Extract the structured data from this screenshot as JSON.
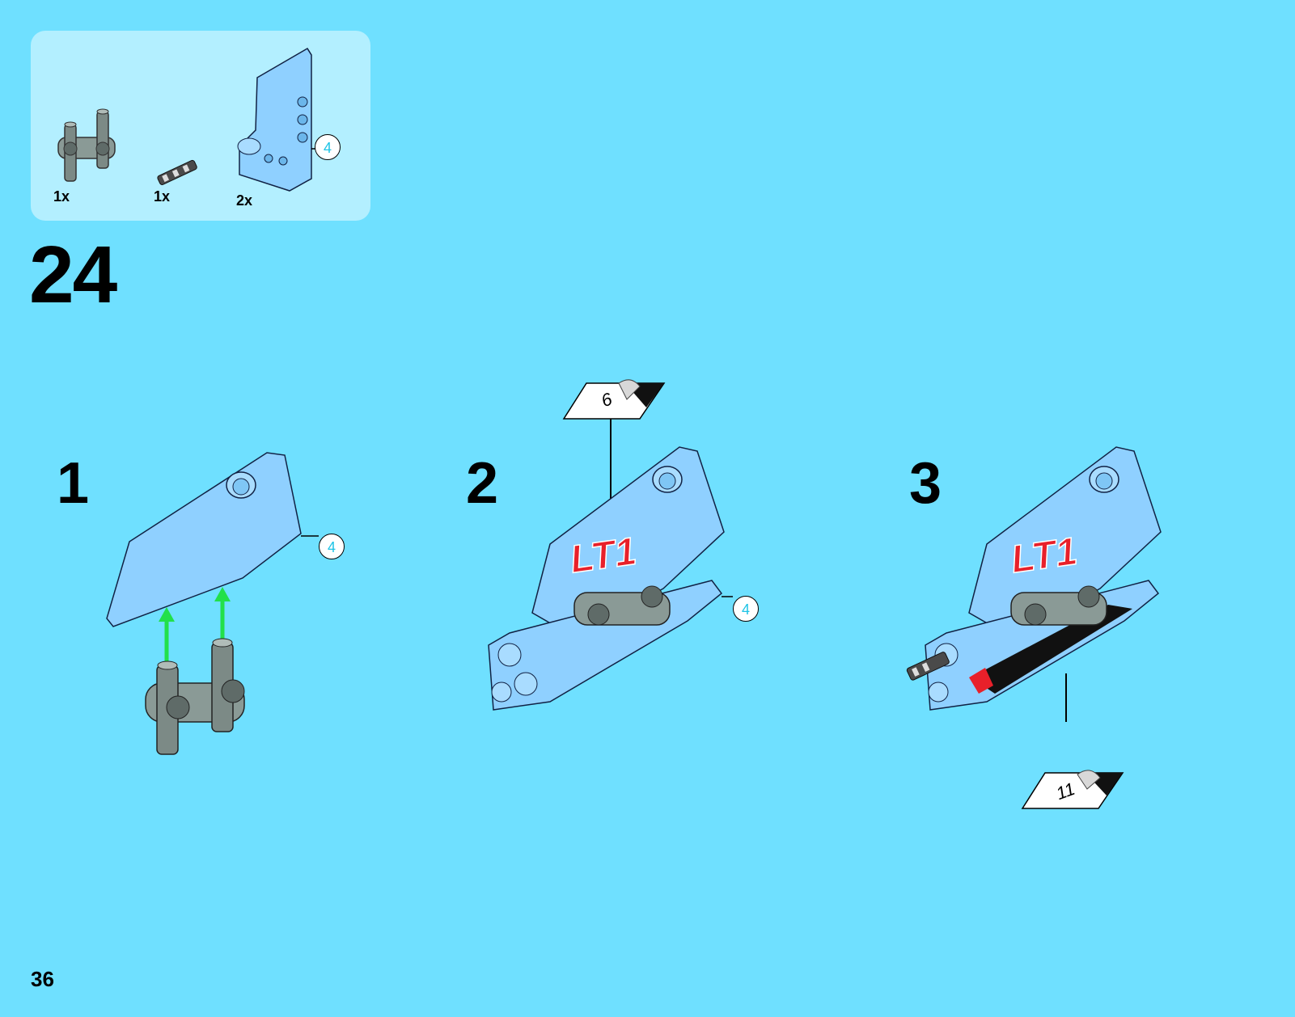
{
  "parts_list": {
    "items": [
      {
        "qty": "1x",
        "icon": "connector-cross-axle-icon"
      },
      {
        "qty": "1x",
        "icon": "axle-pin-icon"
      },
      {
        "qty": "2x",
        "icon": "panel-blue-icon",
        "callout": "4"
      }
    ]
  },
  "step": {
    "number": "24"
  },
  "substeps": [
    {
      "number": "1",
      "callout": "4"
    },
    {
      "number": "2",
      "callout": "4",
      "sticker": "6"
    },
    {
      "number": "3",
      "sticker": "11"
    }
  ],
  "decal_text": "LT1",
  "page_number": "36",
  "colors": {
    "background": "#6fe0ff",
    "parts_box": "#b3efff",
    "part_blue": "#8fd0ff",
    "part_gray": "#8a9a96",
    "arrow_green": "#22e04a",
    "decal_red": "#e8202a"
  }
}
